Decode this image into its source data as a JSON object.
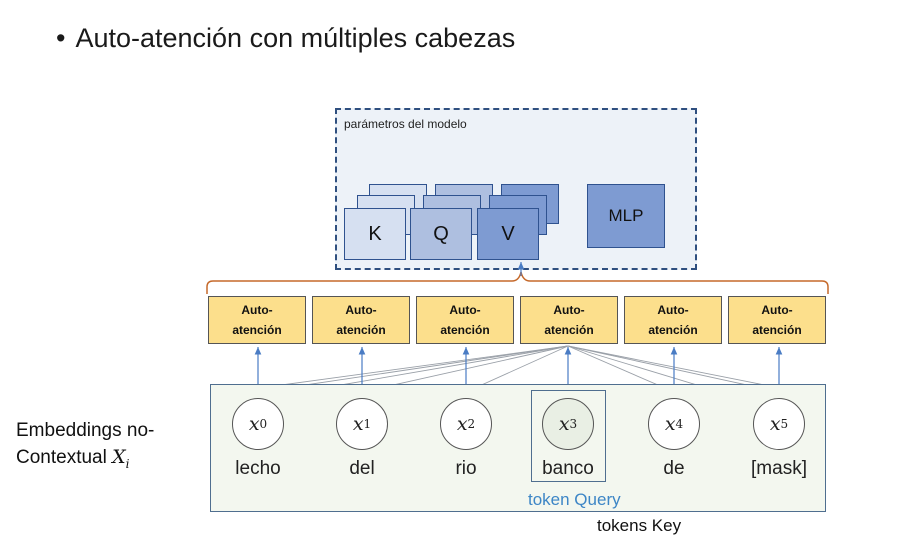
{
  "title": "Auto-atención con múltiples cabezas",
  "bullet": "•",
  "params": {
    "label": "parámetros del modelo",
    "k": "K",
    "q": "Q",
    "v": "V",
    "mlp": "MLP"
  },
  "attention": {
    "line1": "Auto-",
    "line2": "atención",
    "count": 6
  },
  "embeddings": {
    "label_line1": "Embeddings no-",
    "label_line2": "Contextual",
    "label_var": "X",
    "label_sub": "i",
    "tokens": [
      {
        "var": "x",
        "sub": "0",
        "word": "lecho"
      },
      {
        "var": "x",
        "sub": "1",
        "word": "del"
      },
      {
        "var": "x",
        "sub": "2",
        "word": "rio"
      },
      {
        "var": "x",
        "sub": "3",
        "word": "banco"
      },
      {
        "var": "x",
        "sub": "4",
        "word": "de"
      },
      {
        "var": "x",
        "sub": "5",
        "word": "[mask]"
      }
    ]
  },
  "token_query": "token Query",
  "tokens_key": "tokens Key",
  "colors": {
    "bracket": "#c5692a",
    "arrow": "#4a7cc4",
    "attention_fill": "#fcdf8c",
    "query_text": "#3d86c6"
  }
}
